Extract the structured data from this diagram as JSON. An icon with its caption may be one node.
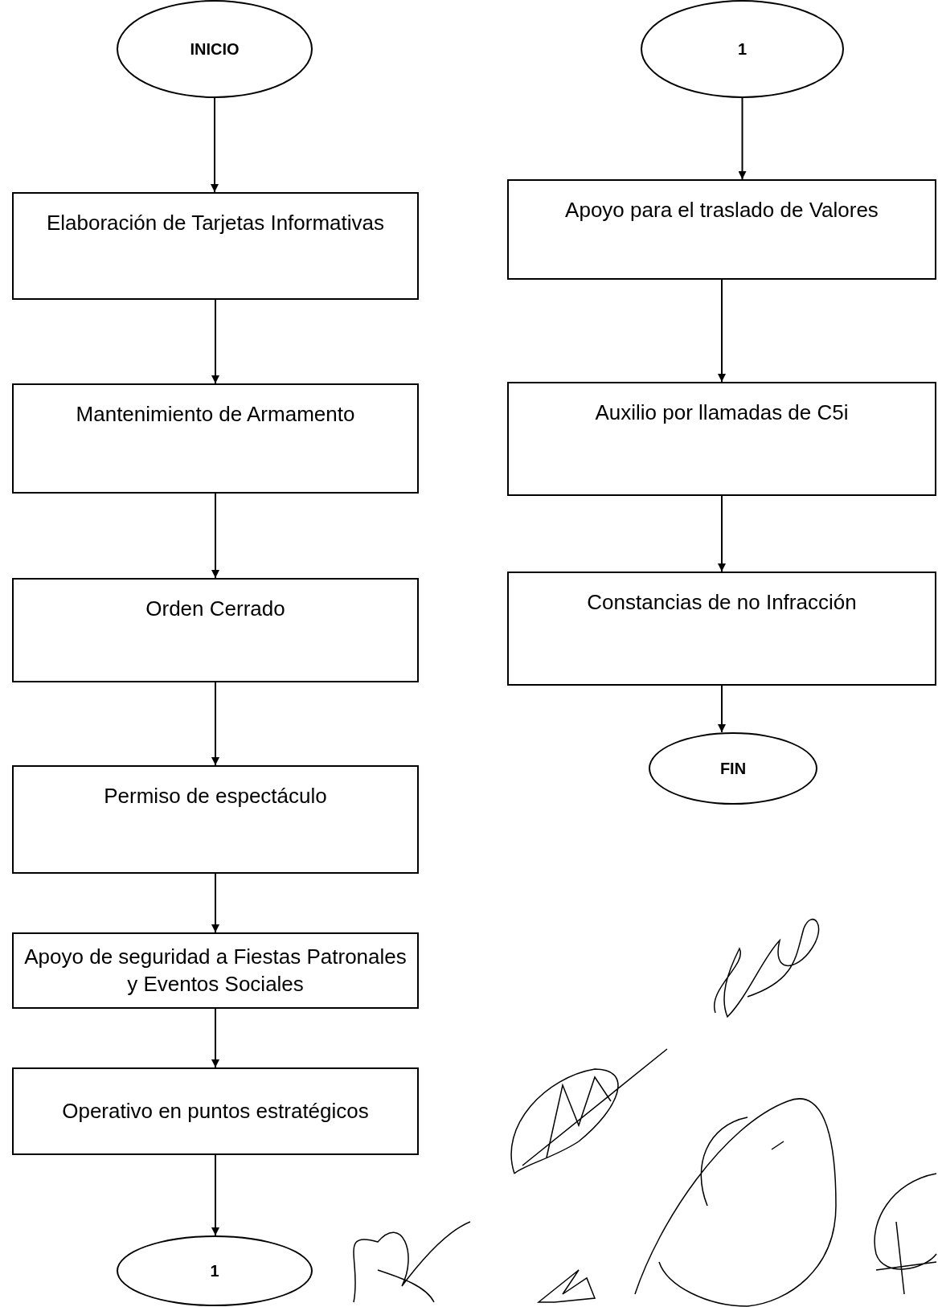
{
  "diagram": {
    "nodes": [
      {
        "text": [
          "INICIO"
        ]
      },
      {
        "text": [
          "Elaboración de Tarjetas Informativas"
        ]
      },
      {
        "text": [
          "Mantenimiento de Armamento"
        ]
      },
      {
        "text": [
          "Orden Cerrado"
        ]
      },
      {
        "text": [
          "Permiso de espectáculo"
        ]
      },
      {
        "text": [
          "Apoyo de seguridad a Fiestas Patronales y Eventos Sociales"
        ]
      },
      {
        "text": [
          "Operativo en puntos estratégicos"
        ]
      },
      {
        "text": [
          "1"
        ]
      },
      {
        "text": [
          "1"
        ]
      },
      {
        "text": [
          "Apoyo para el traslado de Valores"
        ]
      },
      {
        "text": [
          "Auxilio por llamadas de C5i"
        ]
      },
      {
        "text": [
          "Constancias de no Infracción"
        ]
      },
      {
        "text": [
          "FIN"
        ]
      }
    ],
    "edges": [
      {
        "from": 0,
        "to": 1,
        "arrow": "to"
      },
      {
        "from": 1,
        "to": 2,
        "arrow": "to"
      },
      {
        "from": 2,
        "to": 3,
        "arrow": "to"
      },
      {
        "from": 3,
        "to": 4,
        "arrow": "to"
      },
      {
        "from": 4,
        "to": 5,
        "arrow": "to"
      },
      {
        "from": 5,
        "to": 6,
        "arrow": "to"
      },
      {
        "from": 6,
        "to": 7,
        "arrow": "to"
      },
      {
        "from": 8,
        "to": 9,
        "arrow": "to"
      },
      {
        "from": 9,
        "to": 10,
        "arrow": "to"
      },
      {
        "from": 10,
        "to": 11,
        "arrow": "to"
      },
      {
        "from": 11,
        "to": 12,
        "arrow": "to"
      }
    ]
  }
}
